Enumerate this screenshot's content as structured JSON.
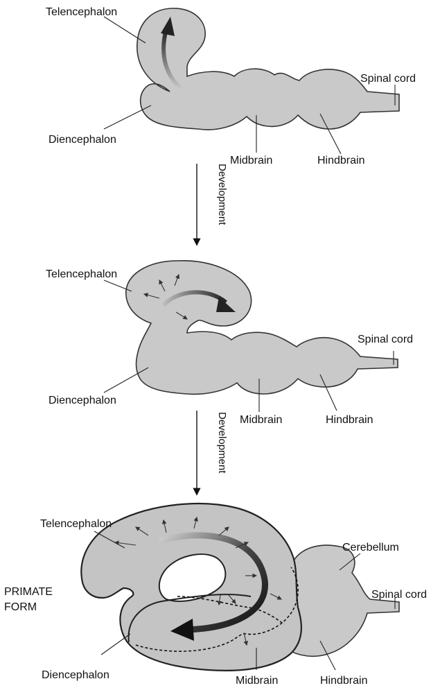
{
  "stage1": {
    "telencephalon": "Telencephalon",
    "diencephalon": "Diencephalon",
    "midbrain": "Midbrain",
    "hindbrain": "Hindbrain",
    "spinal_cord": "Spinal cord"
  },
  "development_1": "Development",
  "stage2": {
    "telencephalon": "Telencephalon",
    "diencephalon": "Diencephalon",
    "midbrain": "Midbrain",
    "hindbrain": "Hindbrain",
    "spinal_cord": "Spinal cord"
  },
  "development_2": "Development",
  "stage3": {
    "primate_form_line1": "PRIMATE",
    "primate_form_line2": "FORM",
    "telencephalon": "Telencephalon",
    "cerebellum": "Cerebellum",
    "spinal_cord": "Spinal cord",
    "diencephalon": "Diencephalon",
    "midbrain": "Midbrain",
    "hindbrain": "Hindbrain"
  },
  "colors": {
    "tissue_fill": "#c9c9c9",
    "outline": "#333333",
    "growth_arrow": "#2a2a2a"
  }
}
